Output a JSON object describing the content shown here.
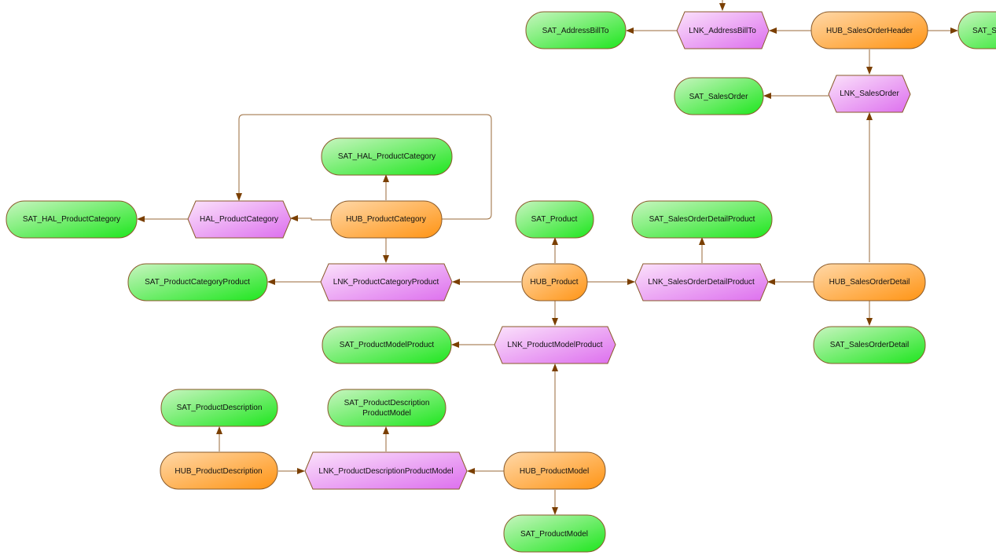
{
  "nodes": {
    "sat_addressbillto": {
      "label": "SAT_AddressBillTo",
      "kind": "sat"
    },
    "lnk_addressbillto": {
      "label": "LNK_AddressBillTo",
      "kind": "lnk"
    },
    "hub_salesorderheader": {
      "label": "HUB_SalesOrderHeader",
      "kind": "hub"
    },
    "sat_s_partial": {
      "label": "SAT_S",
      "kind": "sat"
    },
    "sat_salesorder": {
      "label": "SAT_SalesOrder",
      "kind": "sat"
    },
    "lnk_salesorder": {
      "label": "LNK_SalesOrder",
      "kind": "lnk"
    },
    "sat_hal_productcategory_top": {
      "label": "SAT_HAL_ProductCategory",
      "kind": "sat"
    },
    "sat_hal_productcategory_left": {
      "label": "SAT_HAL_ProductCategory",
      "kind": "sat"
    },
    "hal_productcategory": {
      "label": "HAL_ProductCategory",
      "kind": "lnk"
    },
    "hub_productcategory": {
      "label": "HUB_ProductCategory",
      "kind": "hub"
    },
    "sat_product": {
      "label": "SAT_Product",
      "kind": "sat"
    },
    "sat_salesorderdetailproduct": {
      "label": "SAT_SalesOrderDetailProduct",
      "kind": "sat"
    },
    "sat_productcategoryproduct": {
      "label": "SAT_ProductCategoryProduct",
      "kind": "sat"
    },
    "lnk_productcategoryproduct": {
      "label": "LNK_ProductCategoryProduct",
      "kind": "lnk"
    },
    "hub_product": {
      "label": "HUB_Product",
      "kind": "hub"
    },
    "lnk_salesorderdetailproduct": {
      "label": "LNK_SalesOrderDetailProduct",
      "kind": "lnk"
    },
    "hub_salesorderdetail": {
      "label": "HUB_SalesOrderDetail",
      "kind": "hub"
    },
    "sat_productmodelproduct": {
      "label": "SAT_ProductModelProduct",
      "kind": "sat"
    },
    "lnk_productmodelproduct": {
      "label": "LNK_ProductModelProduct",
      "kind": "lnk"
    },
    "sat_salesorderdetail": {
      "label": "SAT_SalesOrderDetail",
      "kind": "sat"
    },
    "sat_productdescription": {
      "label": "SAT_ProductDescription",
      "kind": "sat"
    },
    "sat_productdescriptionproductmodel": {
      "label": "SAT_ProductDescription ProductModel",
      "line1": "SAT_ProductDescription",
      "line2": "ProductModel",
      "kind": "sat"
    },
    "hub_productdescription": {
      "label": "HUB_ProductDescription",
      "kind": "hub"
    },
    "lnk_productdescriptionproductmodel": {
      "label": "LNK_ProductDescriptionProductModel",
      "kind": "lnk"
    },
    "hub_productmodel": {
      "label": "HUB_ProductModel",
      "kind": "hub"
    },
    "sat_productmodel": {
      "label": "SAT_ProductModel",
      "kind": "sat"
    }
  },
  "colors": {
    "hub_top": "#ffd8a8",
    "hub_bottom": "#ff9414",
    "sat_top": "#c8f5c0",
    "sat_bottom": "#1ee61e",
    "lnk_top": "#fbe2fb",
    "lnk_bottom": "#dd6fee",
    "stroke": "#8a5a2a",
    "edge": "#9a6a3a",
    "arrow": "#7a3f00"
  }
}
